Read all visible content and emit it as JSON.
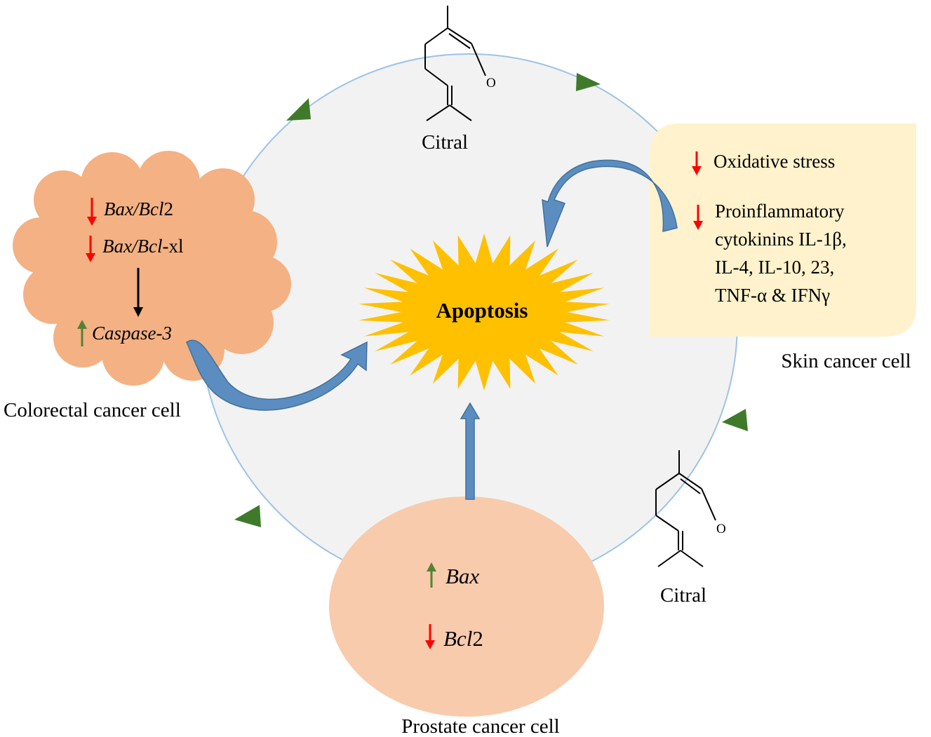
{
  "apoptosis": {
    "label": "Apoptosis"
  },
  "molecules": [
    {
      "name": "Citral"
    },
    {
      "name": "Citral"
    }
  ],
  "colorectal": {
    "cell_label": "Colorectal  cancer  cell",
    "items": [
      {
        "direction": "down",
        "gene": "Bax/Bcl",
        "suffix": "2"
      },
      {
        "direction": "down",
        "gene": "Bax/Bcl",
        "suffix": "-xl"
      },
      {
        "direction": "up",
        "gene": "Caspase-3",
        "suffix": ""
      }
    ]
  },
  "skin": {
    "cell_label": "Skin cancer cell",
    "items": [
      {
        "direction": "down",
        "lines": [
          "Oxidative stress"
        ]
      },
      {
        "direction": "down",
        "lines": [
          "Proinflammatory",
          "cytokinins IL-1β,",
          "IL-4, IL-10, 23,",
          "TNF-α & IFNγ"
        ]
      }
    ]
  },
  "prostate": {
    "cell_label": "Prostate  cancer  cell",
    "items": [
      {
        "direction": "up",
        "gene": "Bax",
        "suffix": ""
      },
      {
        "direction": "down",
        "gene": "Bcl",
        "suffix": "2"
      }
    ]
  },
  "colors": {
    "cell_fill": "#f2f2f2",
    "cell_border": "#9dc3e6",
    "cloud": "#f4b183",
    "prostate": "#f8cbad",
    "skin_box": "#fff2cc",
    "burst": "#ffc000",
    "arrow_blue": "#5b8dc0",
    "triangle": "#3f7a2b",
    "down_arrow": "#ff0000",
    "up_arrow": "#548235"
  }
}
